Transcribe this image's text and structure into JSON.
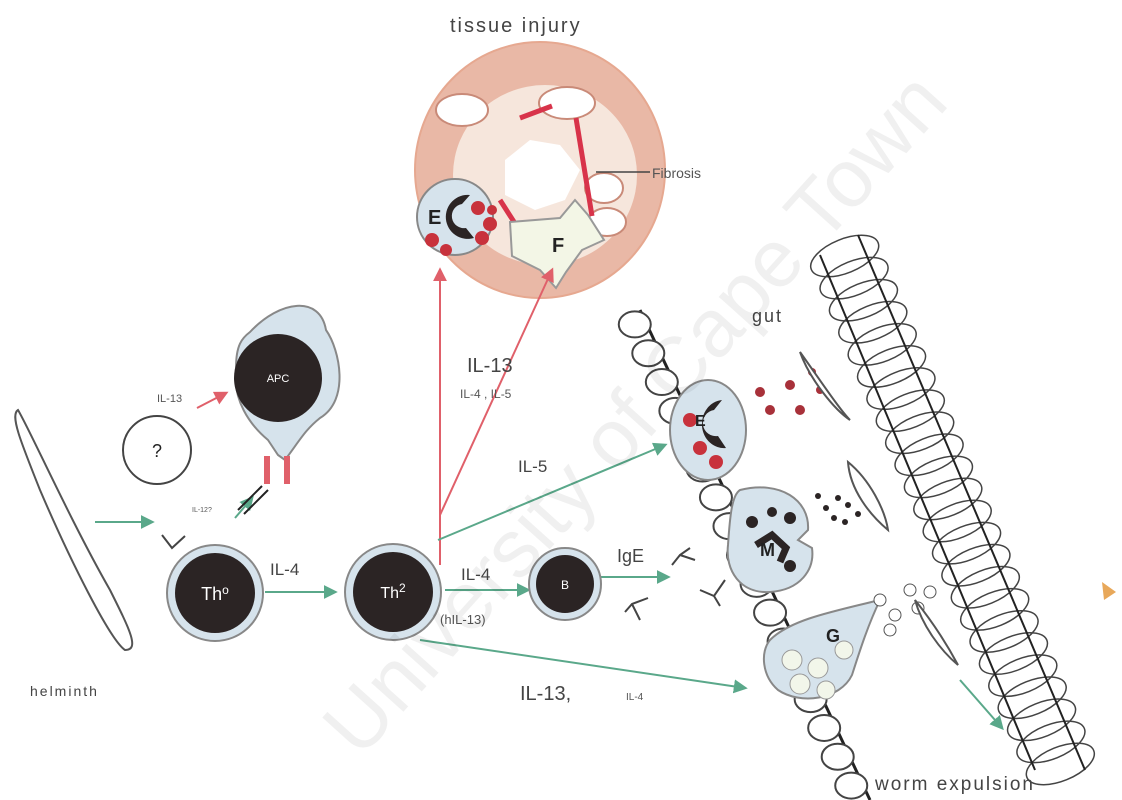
{
  "labels": {
    "tissue_injury": "tissue  injury",
    "fibrosis": "Fibrosis",
    "gut": "gut",
    "worm_expulsion": "worm  expulsion",
    "helminth": "helminth",
    "il13_top": "IL-13",
    "il4_il5_top": "IL-4 , IL-5",
    "il13_apc": "IL-13",
    "il12": "IL-12?",
    "il5_gut": "IL-5",
    "il4_th0": "IL-4",
    "il4_th2": "IL-4",
    "hil13": "(hIL-13)",
    "ige": "IgE",
    "il13_bottom": "IL-13,",
    "il4_bottom": "IL-4"
  },
  "cells": {
    "apc": "APC",
    "unknown": "?",
    "th0": "Th",
    "th0_sup": "o",
    "th2": "Th",
    "th2_sup": "2",
    "b": "B",
    "e_injury": "E",
    "f_injury": "F",
    "e_gut": "E",
    "m_gut": "M",
    "g_gut": "G"
  },
  "watermark": "University of Cape Town",
  "colors": {
    "green_arrow": "#5aa88a",
    "red_arrow": "#e0606a",
    "dark_cell": "#2b2424",
    "light_cell": "#d6e3ec",
    "tissue": "#e9b8a6"
  }
}
